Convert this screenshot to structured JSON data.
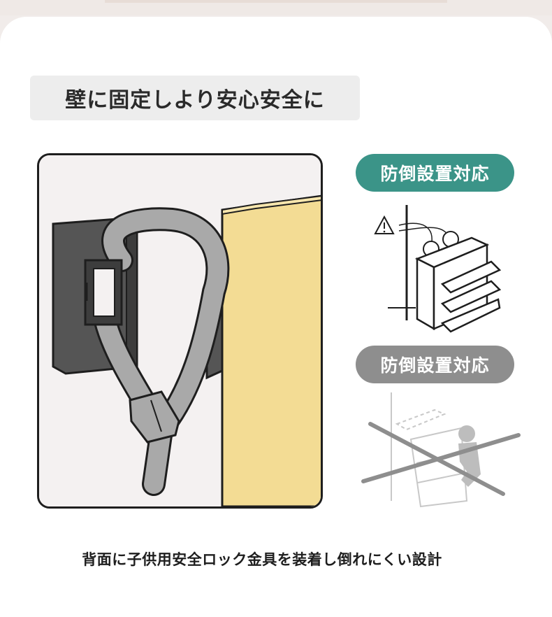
{
  "headline": "壁に固定しより安心安全に",
  "good_label": "防倒設置対応",
  "bad_label": "防倒設置対応",
  "caption": "背面に子供用安全ロック金具を装着し倒れにくい設計",
  "colors": {
    "good_pill": "#3b9488",
    "bad_pill": "#8e8e8e",
    "cabinet": "#f3dc94",
    "bracket": "#555555",
    "strap": "#a9a9a9"
  }
}
